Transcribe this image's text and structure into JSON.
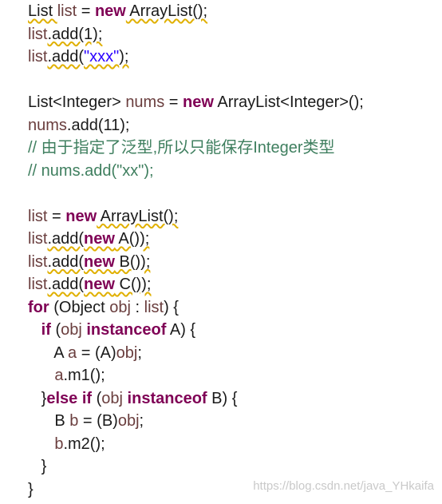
{
  "colors": {
    "keyword": "#7f0055",
    "variable": "#6a3e3e",
    "string": "#2a00ff",
    "comment": "#3f7f5f",
    "text": "#1a1a1a",
    "watermark": "#c9c9c9"
  },
  "code_lines": [
    [
      {
        "t": "List ",
        "c": "plain",
        "w": 1
      },
      {
        "t": "list",
        "c": "var",
        "w": 0
      },
      {
        "t": " = ",
        "c": "plain",
        "w": 0
      },
      {
        "t": "new",
        "c": "kw",
        "w": 0
      },
      {
        "t": " ArrayList();",
        "c": "plain",
        "w": 1
      }
    ],
    [
      {
        "t": "list",
        "c": "var",
        "w": 0
      },
      {
        "t": ".add(1);",
        "c": "plain",
        "w": 1
      }
    ],
    [
      {
        "t": "list",
        "c": "var",
        "w": 0
      },
      {
        "t": ".add(",
        "c": "plain",
        "w": 1
      },
      {
        "t": "\"xxx\"",
        "c": "str",
        "w": 1
      },
      {
        "t": ");",
        "c": "plain",
        "w": 1
      }
    ],
    [],
    [
      {
        "t": "List<Integer> ",
        "c": "plain",
        "w": 0
      },
      {
        "t": "nums",
        "c": "var",
        "w": 0
      },
      {
        "t": " = ",
        "c": "plain",
        "w": 0
      },
      {
        "t": "new",
        "c": "kw",
        "w": 0
      },
      {
        "t": " ArrayList<Integer>();",
        "c": "plain",
        "w": 0
      }
    ],
    [
      {
        "t": "nums",
        "c": "var",
        "w": 0
      },
      {
        "t": ".add(11);",
        "c": "plain",
        "w": 0
      }
    ],
    [
      {
        "t": "// 由于指定了泛型,所以只能保存Integer类型",
        "c": "cm",
        "w": 0
      }
    ],
    [
      {
        "t": "// nums.add(\"xx\");",
        "c": "cm",
        "w": 0
      }
    ],
    [],
    [
      {
        "t": "list",
        "c": "var",
        "w": 0
      },
      {
        "t": " = ",
        "c": "plain",
        "w": 0
      },
      {
        "t": "new",
        "c": "kw",
        "w": 0
      },
      {
        "t": " ArrayList();",
        "c": "plain",
        "w": 1
      }
    ],
    [
      {
        "t": "list",
        "c": "var",
        "w": 0
      },
      {
        "t": ".add(",
        "c": "plain",
        "w": 1
      },
      {
        "t": "new",
        "c": "kw",
        "w": 1
      },
      {
        "t": " A());",
        "c": "plain",
        "w": 1
      }
    ],
    [
      {
        "t": "list",
        "c": "var",
        "w": 0
      },
      {
        "t": ".add(",
        "c": "plain",
        "w": 1
      },
      {
        "t": "new",
        "c": "kw",
        "w": 1
      },
      {
        "t": " B());",
        "c": "plain",
        "w": 1
      }
    ],
    [
      {
        "t": "list",
        "c": "var",
        "w": 0
      },
      {
        "t": ".add(",
        "c": "plain",
        "w": 1
      },
      {
        "t": "new",
        "c": "kw",
        "w": 1
      },
      {
        "t": " C());",
        "c": "plain",
        "w": 1
      }
    ],
    [
      {
        "t": "for",
        "c": "kw",
        "w": 0
      },
      {
        "t": " (Object ",
        "c": "plain",
        "w": 0
      },
      {
        "t": "obj",
        "c": "var",
        "w": 0
      },
      {
        "t": " : ",
        "c": "plain",
        "w": 0
      },
      {
        "t": "list",
        "c": "var",
        "w": 0
      },
      {
        "t": ") {",
        "c": "plain",
        "w": 0
      }
    ],
    [
      {
        "t": "   ",
        "c": "plain",
        "w": 0
      },
      {
        "t": "if",
        "c": "kw",
        "w": 0
      },
      {
        "t": " (",
        "c": "plain",
        "w": 0
      },
      {
        "t": "obj",
        "c": "var",
        "w": 0
      },
      {
        "t": " ",
        "c": "plain",
        "w": 0
      },
      {
        "t": "instanceof",
        "c": "kw",
        "w": 0
      },
      {
        "t": " A) {",
        "c": "plain",
        "w": 0
      }
    ],
    [
      {
        "t": "      A ",
        "c": "plain",
        "w": 0
      },
      {
        "t": "a",
        "c": "var",
        "w": 0
      },
      {
        "t": " = (A)",
        "c": "plain",
        "w": 0
      },
      {
        "t": "obj",
        "c": "var",
        "w": 0
      },
      {
        "t": ";",
        "c": "plain",
        "w": 0
      }
    ],
    [
      {
        "t": "      ",
        "c": "plain",
        "w": 0
      },
      {
        "t": "a",
        "c": "var",
        "w": 0
      },
      {
        "t": ".m1();",
        "c": "plain",
        "w": 0
      }
    ],
    [
      {
        "t": "   }",
        "c": "plain",
        "w": 0
      },
      {
        "t": "else if",
        "c": "kw",
        "w": 0
      },
      {
        "t": " (",
        "c": "plain",
        "w": 0
      },
      {
        "t": "obj",
        "c": "var",
        "w": 0
      },
      {
        "t": " ",
        "c": "plain",
        "w": 0
      },
      {
        "t": "instanceof",
        "c": "kw",
        "w": 0
      },
      {
        "t": " B) {",
        "c": "plain",
        "w": 0
      }
    ],
    [
      {
        "t": "      B ",
        "c": "plain",
        "w": 0
      },
      {
        "t": "b",
        "c": "var",
        "w": 0
      },
      {
        "t": " = (B)",
        "c": "plain",
        "w": 0
      },
      {
        "t": "obj",
        "c": "var",
        "w": 0
      },
      {
        "t": ";",
        "c": "plain",
        "w": 0
      }
    ],
    [
      {
        "t": "      ",
        "c": "plain",
        "w": 0
      },
      {
        "t": "b",
        "c": "var",
        "w": 0
      },
      {
        "t": ".m2();",
        "c": "plain",
        "w": 0
      }
    ],
    [
      {
        "t": "   }",
        "c": "plain",
        "w": 0
      }
    ],
    [
      {
        "t": "}",
        "c": "plain",
        "w": 0
      }
    ]
  ],
  "watermark": "https://blog.csdn.net/java_YHkaifa"
}
